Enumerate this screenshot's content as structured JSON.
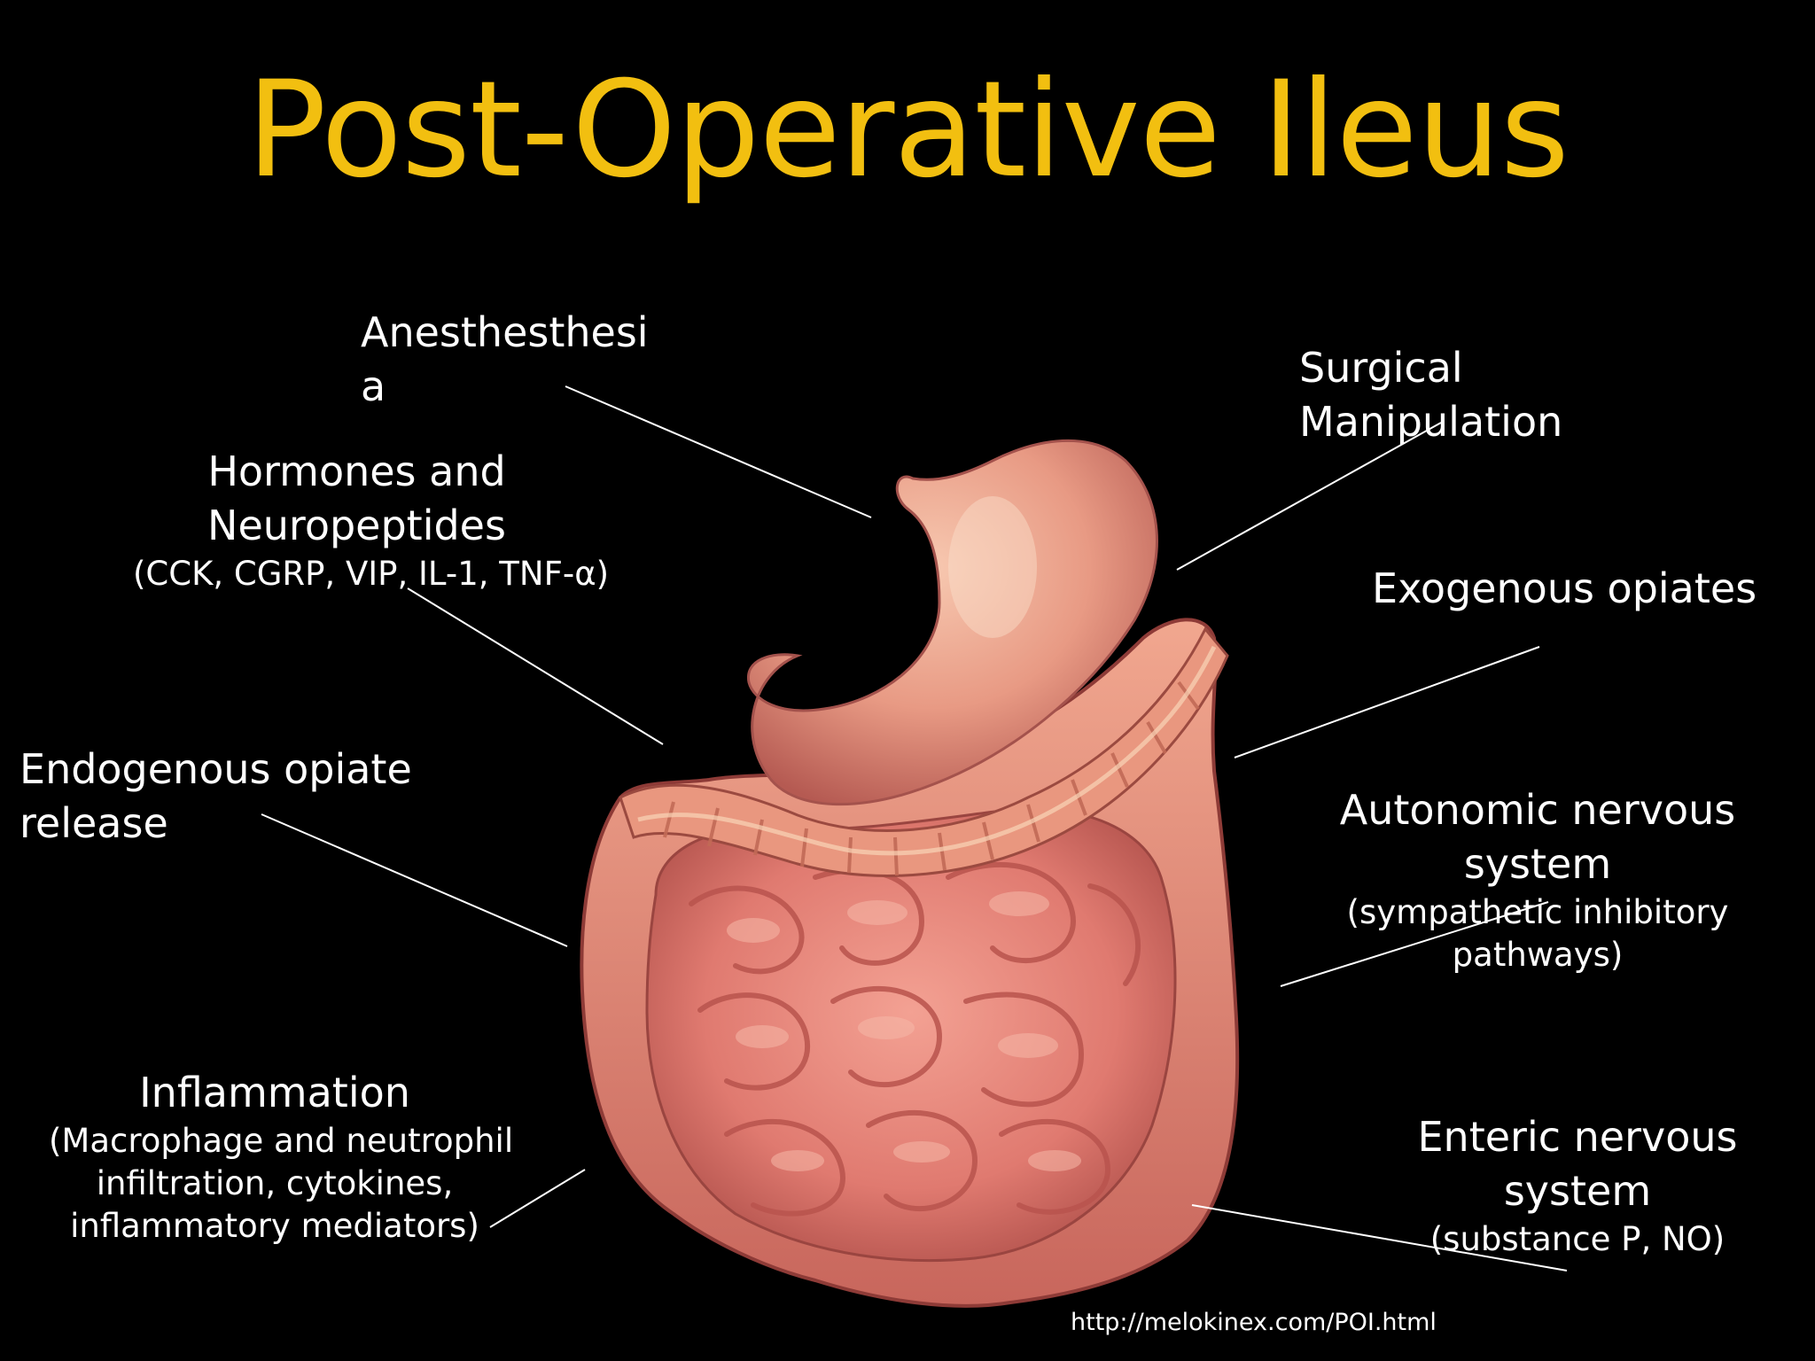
{
  "title": "Post-Operative Ileus",
  "labels": {
    "anesthesia": [
      "Anesthesthesi",
      "a"
    ],
    "hormones": {
      "lines": [
        "Hormones and",
        "Neuropeptides"
      ],
      "detail": "(CCK, CGRP, VIP, IL-1, TNF-α)"
    },
    "endogenous": [
      "Endogenous opiate",
      "release"
    ],
    "inflammation": {
      "lines": [
        "Inflammation"
      ],
      "detail": [
        "(Macrophage and neutrophil",
        "infiltration, cytokines,",
        "inflammatory mediators)"
      ]
    },
    "surgical": [
      "Surgical",
      "Manipulation"
    ],
    "exogenous": "Exogenous opiates",
    "autonomic": {
      "lines": [
        "Autonomic nervous",
        "system"
      ],
      "detail": [
        "(sympathetic inhibitory",
        "pathways)"
      ]
    },
    "enteric": {
      "lines": [
        "Enteric nervous",
        "system"
      ],
      "detail": "(substance P, NO)"
    }
  },
  "source_url": "http://melokinex.com/POI.html",
  "colors": {
    "background": "#000000",
    "title": "#f2bf10",
    "text": "#ffffff",
    "organ": "#e8807a"
  }
}
